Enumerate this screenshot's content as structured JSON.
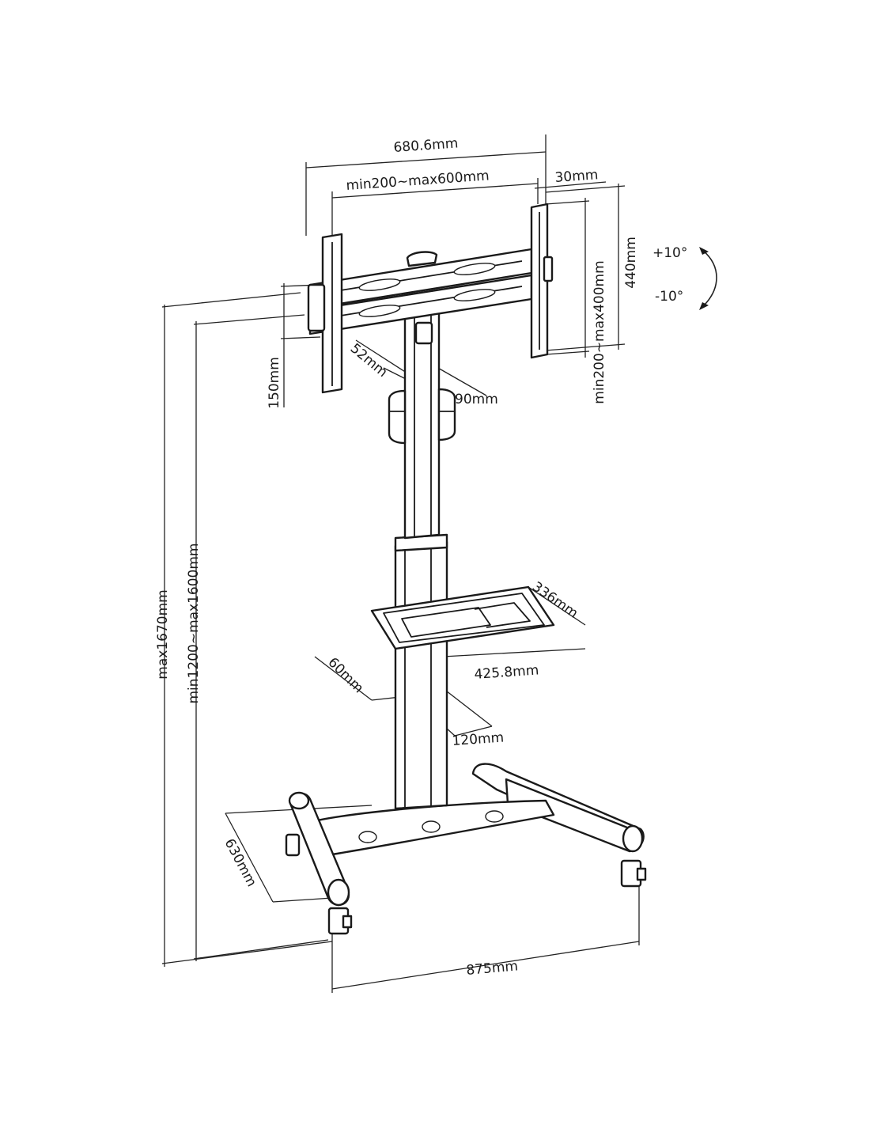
{
  "diagram": {
    "dimensions": {
      "overall_width": "680.6mm",
      "vesa_range": "min200~max600mm",
      "bracket_depth": "30mm",
      "vesa_vertical_range": "min200~max400mm",
      "bracket_height": "440mm",
      "tilt_up": "+10°",
      "tilt_down": "-10°",
      "arm_height": "150mm",
      "pole_depth": "52mm",
      "pole_width": "90mm",
      "shelf_depth": "336mm",
      "shelf_width": "425.8mm",
      "pole_lower_depth": "60mm",
      "pole_lower_width": "120mm",
      "base_depth": "630mm",
      "base_width": "875mm",
      "max_height": "max1670mm",
      "height_range": "min1200~max1600mm"
    }
  }
}
